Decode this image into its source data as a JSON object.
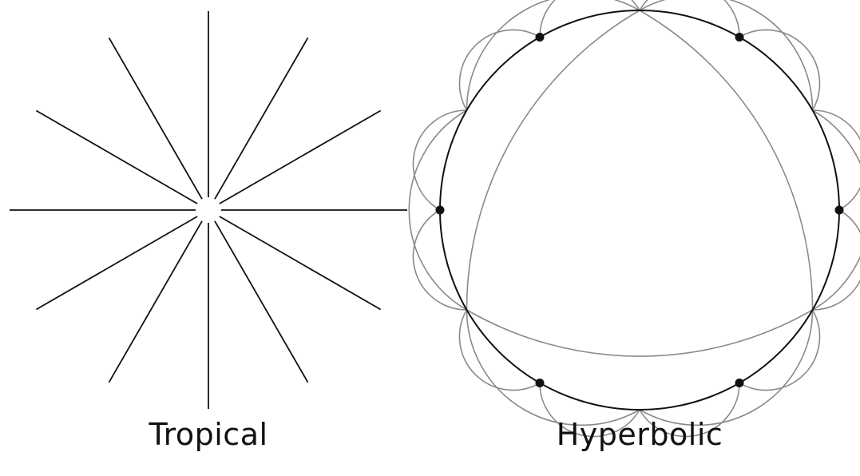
{
  "panels": {
    "tropical": {
      "label": "Tropical",
      "ray_count": 12,
      "line_color": "#111111"
    },
    "hyperbolic": {
      "label": "Hyperbolic",
      "boundary_color": "#111111",
      "geodesic_color": "#8a8a8a",
      "marked_points": 6
    }
  }
}
